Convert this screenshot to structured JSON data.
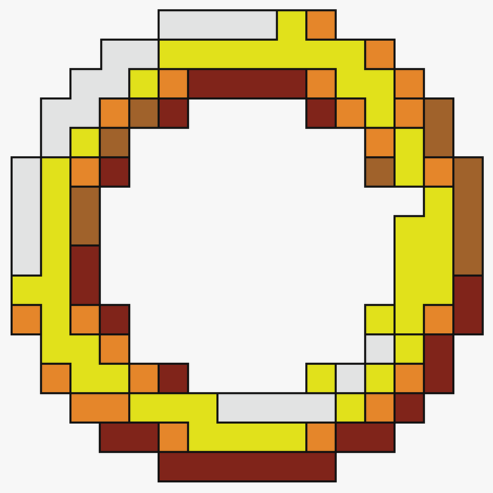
{
  "palette": {
    "background": "#f7f7f7",
    "outline": "#111111",
    "white": "#e2e3e3",
    "yellow": "#e1e11b",
    "orange": "#e5862a",
    "brown": "#a0622b",
    "maroon": "#80241a"
  },
  "sprite": {
    "description_name": "pixel-ring",
    "pieces": [
      {
        "name": "white-top",
        "color": "white"
      },
      {
        "name": "white-upper-left",
        "color": "white"
      },
      {
        "name": "white-left",
        "color": "white"
      },
      {
        "name": "white-right",
        "color": "white"
      },
      {
        "name": "white-lower-right",
        "color": "white"
      },
      {
        "name": "white-bottom",
        "color": "white"
      },
      {
        "name": "yellow-top-arc",
        "color": "yellow"
      },
      {
        "name": "yellow-left-arc",
        "color": "yellow"
      },
      {
        "name": "yellow-right-arc",
        "color": "yellow"
      },
      {
        "name": "yellow-bottom-arc",
        "color": "yellow"
      },
      {
        "name": "maroon-top-bar",
        "color": "maroon"
      },
      {
        "name": "maroon-bottom-bar",
        "color": "maroon"
      },
      {
        "name": "maroon-lower-left",
        "color": "maroon"
      },
      {
        "name": "maroon-right",
        "color": "maroon"
      },
      {
        "name": "maroon-left-inner",
        "color": "maroon"
      },
      {
        "name": "brown-upper-right",
        "color": "brown"
      },
      {
        "name": "brown-right",
        "color": "brown"
      },
      {
        "name": "brown-left-inner",
        "color": "brown"
      },
      {
        "name": "orange-tile",
        "color": "orange"
      }
    ]
  }
}
